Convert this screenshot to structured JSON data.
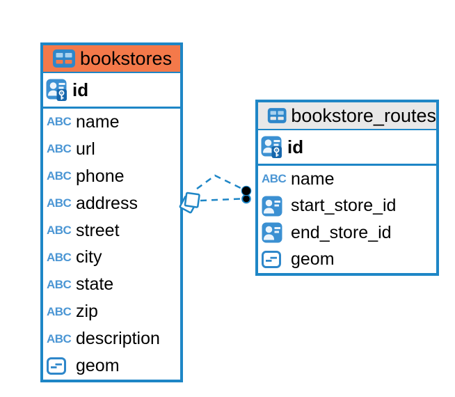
{
  "diagram": {
    "type": "entity-relationship",
    "colors": {
      "accent": "#1E86C6",
      "header_orange": "#F4794A",
      "header_gray": "#E8E8E8",
      "icon_blue": "#3B90D2",
      "abc_blue": "#4B96D4",
      "text": "#000000"
    },
    "icons": {
      "text_type_label": "ABC"
    },
    "tables": [
      {
        "name": "bookstores",
        "header_color": "orange",
        "pk": "id",
        "columns": [
          "name",
          "url",
          "phone",
          "address",
          "street",
          "city",
          "state",
          "zip",
          "description",
          "geom"
        ],
        "column_types": [
          "text",
          "text",
          "text",
          "text",
          "text",
          "text",
          "text",
          "text",
          "text",
          "geometry"
        ]
      },
      {
        "name": "bookstore_routes",
        "header_color": "gray",
        "pk": "id",
        "columns": [
          "name",
          "start_store_id",
          "end_store_id",
          "geom"
        ],
        "column_types": [
          "text",
          "fk",
          "fk",
          "geometry"
        ]
      }
    ],
    "relationships": [
      {
        "from_table": "bookstores",
        "to_table": "bookstore_routes",
        "style": "dashed"
      },
      {
        "from_table": "bookstores",
        "to_table": "bookstore_routes",
        "style": "dashed"
      }
    ]
  }
}
